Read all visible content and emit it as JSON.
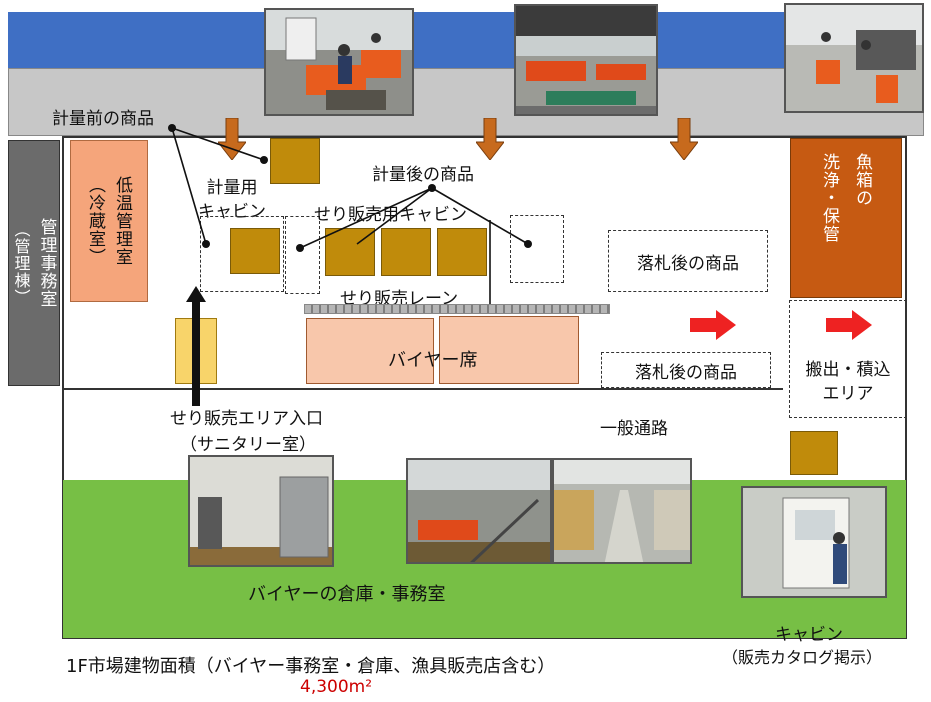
{
  "labels": {
    "pre_weigh": "計量前の商品",
    "weigh_cabin": "計量用\nキャビン",
    "post_weigh": "計量後の商品",
    "auction_cabin": "せり販売用キャビン",
    "auction_lane": "せり販売レーン",
    "buyer_seats": "バイヤー席",
    "won_goods_1": "落札後の商品",
    "won_goods_2": "落札後の商品",
    "shipping_area": "搬出・積込\nエリア",
    "fish_box": "魚箱の洗浄・保管",
    "cold_room": "低温管理室（冷蔵室）",
    "admin_office": "管理事務室（管理棟）",
    "entrance_line1": "せり販売エリア入口",
    "entrance_line2": "（サニタリー室）",
    "general_passage": "一般通路",
    "buyer_warehouse": "バイヤーの倉庫・事務室",
    "cabin_title": "キャビン",
    "cabin_sub": "（販売カタログ掲示）",
    "footer_area": "1F市場建物面積（バイヤー事務室・倉庫、漁具販売店含む）",
    "footer_value": "4,300m²"
  },
  "vertical": {
    "admin_main": "管理事務室",
    "admin_sub": "（管理棟）",
    "cold_main": "低温管理室",
    "cold_sub": "（冷蔵室）",
    "fish_left": "洗浄・保管",
    "fish_right": "魚箱の"
  },
  "colors": {
    "blue_band": "#3f6fc4",
    "gray_band": "#c7c7c7",
    "green_zone": "#77bf45",
    "cold_room": "#f5a57b",
    "fish_box_room": "#c65a12",
    "down_arrow": "#c76a1d",
    "right_arrow": "#ee2222",
    "buyer_seats": "#f8c7ab",
    "cabin_box": "#c08b0b",
    "entrance_box": "#f8d46a",
    "footer_value": "#cc0000"
  }
}
